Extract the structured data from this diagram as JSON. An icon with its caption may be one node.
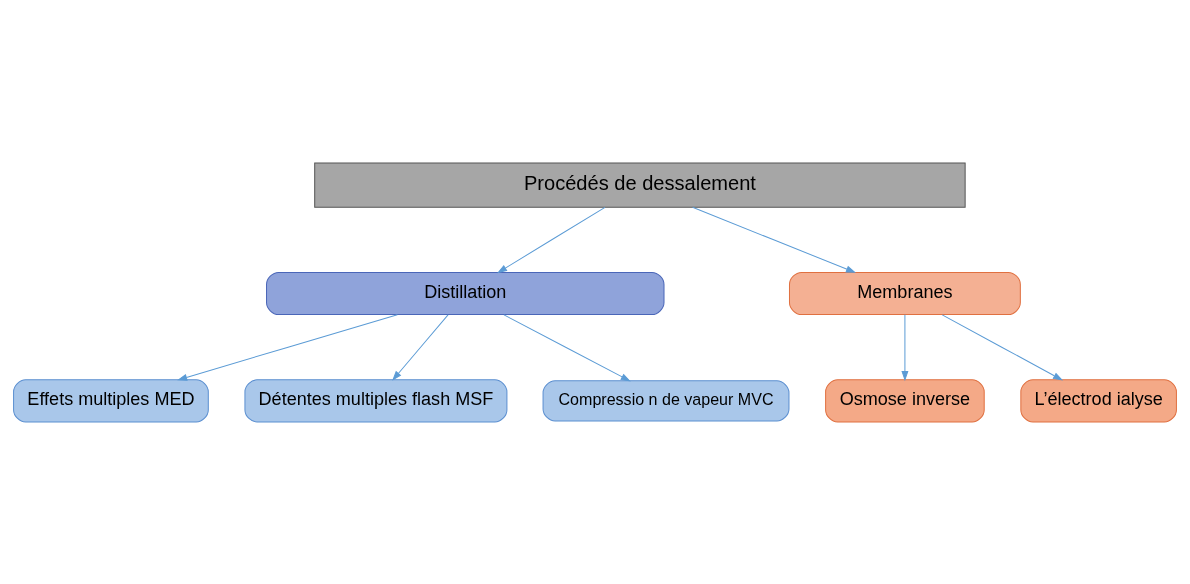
{
  "diagram": {
    "nodes": [
      {
        "text": [
          "Procédés de dessalement"
        ]
      },
      {
        "text": [
          "Distillation"
        ]
      },
      {
        "text": [
          "Membranes"
        ]
      },
      {
        "text": [
          "Effets multiples MED"
        ]
      },
      {
        "text": [
          "Détentes multiples flash MSF"
        ]
      },
      {
        "text": [
          "Compressio n de vapeur MVC"
        ]
      },
      {
        "text": [
          "Osmose inverse"
        ]
      },
      {
        "text": [
          "L’électrod ialyse"
        ]
      }
    ],
    "edges": [
      {
        "from": 0,
        "to": 1,
        "arrow": "to"
      },
      {
        "from": 0,
        "to": 2,
        "arrow": "to"
      },
      {
        "from": 1,
        "to": 3,
        "arrow": "to"
      },
      {
        "from": 1,
        "to": 4,
        "arrow": "to"
      },
      {
        "from": 1,
        "to": 5,
        "arrow": "to"
      },
      {
        "from": 2,
        "to": 6,
        "arrow": "to"
      },
      {
        "from": 2,
        "to": 7,
        "arrow": "to"
      }
    ]
  }
}
